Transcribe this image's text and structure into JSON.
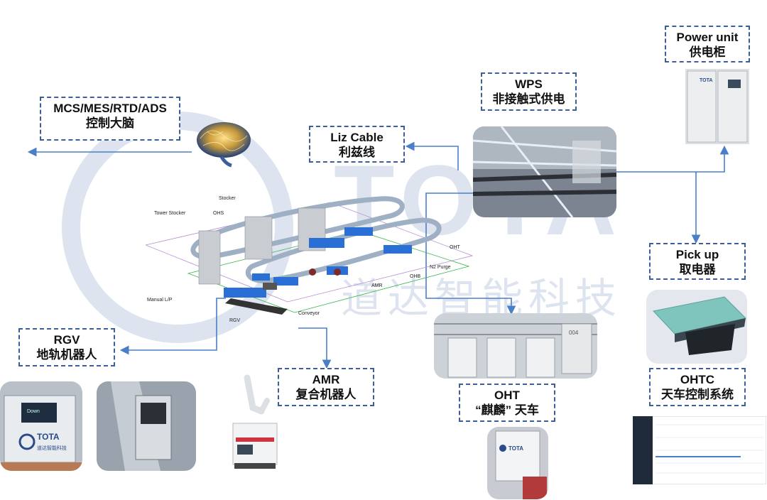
{
  "watermark": {
    "brand": "TOTA",
    "chinese": "道达智能科技"
  },
  "labels": {
    "mcs": {
      "line1": "MCS/MES/RTD/ADS",
      "line2": "控制大脑"
    },
    "liz": {
      "line1": "Liz Cable",
      "line2": "利兹线"
    },
    "wps": {
      "line1": "WPS",
      "line2": "非接触式供电"
    },
    "power": {
      "line1": "Power unit",
      "line2": "供电柜"
    },
    "pickup": {
      "line1": "Pick up",
      "line2": "取电器"
    },
    "rgv": {
      "line1": "RGV",
      "line2": "地轨机器人"
    },
    "amr": {
      "line1": "AMR",
      "line2": "复合机器人"
    },
    "oht": {
      "line1": "OHT",
      "line2": "“麒麟” 天车"
    },
    "ohtc": {
      "line1": "OHTC",
      "line2": "天车控制系统"
    }
  },
  "layout_labels": {
    "stocker": "Stocker",
    "tower_stocker": "Tower Stocker",
    "ohs": "OHS",
    "oht": "OHT",
    "n2_purge": "N2 Purge",
    "ohb": "OHB",
    "amr": "AMR",
    "manual_lp": "Manual L/P",
    "conveyor": "Conveyor",
    "rgv": "RGV"
  },
  "photo_texts": {
    "power_logo": "TOTA",
    "oht_logo": "TOTA",
    "rgv_logo": "TOTA",
    "rgv_cn": "道达智能科技",
    "rgv_screen": "Down",
    "oht_tag": "004"
  },
  "colors": {
    "box_border": "#3b5f96",
    "arrow": "#4a7fc8",
    "watermark": "#dde4ef"
  }
}
